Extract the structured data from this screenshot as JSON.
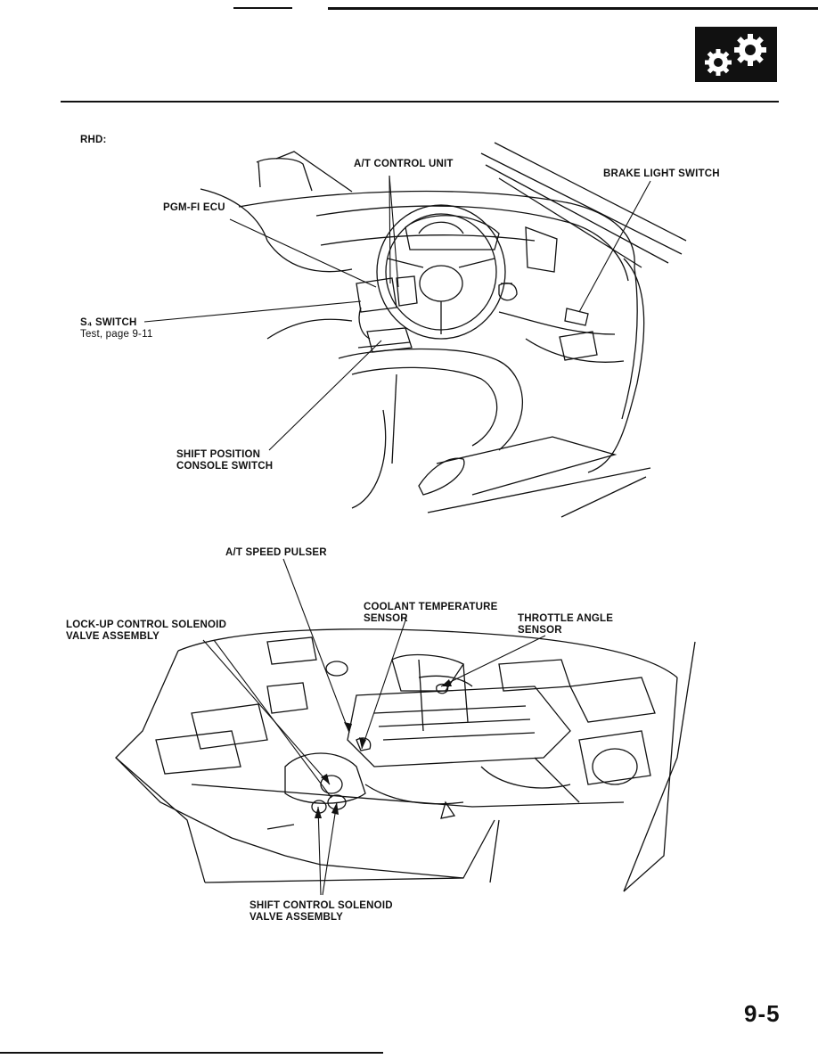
{
  "section_label": "RHD:",
  "interior_labels": {
    "at_control_unit": "A/T CONTROL UNIT",
    "brake_light_switch": "BRAKE LIGHT SWITCH",
    "pgm_fi_ecu": "PGM-FI ECU",
    "s4_switch": "S₄ SWITCH",
    "s4_switch_note": "Test, page 9-11",
    "shift_position_line1": "SHIFT POSITION",
    "shift_position_line2": "CONSOLE SWITCH"
  },
  "engine_labels": {
    "at_speed_pulser": "A/T SPEED PULSER",
    "coolant_temp_line1": "COOLANT TEMPERATURE",
    "coolant_temp_line2": "SENSOR",
    "throttle_angle_line1": "THROTTLE ANGLE",
    "throttle_angle_line2": "SENSOR",
    "lockup_line1": "LOCK-UP CONTROL SOLENOID",
    "lockup_line2": "VALVE ASSEMBLY",
    "shift_control_line1": "SHIFT CONTROL SOLENOID",
    "shift_control_line2": "VALVE ASSEMBLY"
  },
  "page_number": "9-5",
  "section_icon": "gears-icon"
}
